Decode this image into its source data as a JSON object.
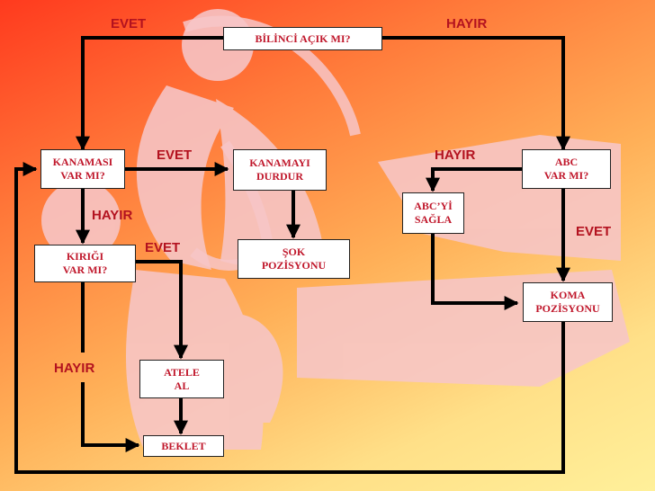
{
  "nodes": {
    "bilinci": "BİLİNCİ AÇIK MI?",
    "kanamasi": "KANAMASI\nVAR MI?",
    "kanamayi": "KANAMAYI\nDURDUR",
    "sok": "ŞOK\nPOZİSYONU",
    "kirigi": "KIRIĞI\nVAR MI?",
    "atele": "ATELE\nAL",
    "beklet": "BEKLET",
    "abc": "ABC\nVAR MI?",
    "abcyi": "ABC’Yİ\nSAĞLA",
    "koma": "KOMA\nPOZİSYONU"
  },
  "labels": {
    "evet_top": "EVET",
    "hayir_top": "HAYIR",
    "evet_kanama": "EVET",
    "hayir_kanama": "HAYIR",
    "evet_kirik": "EVET",
    "hayir_kirik": "HAYIR",
    "hayir_abc": "HAYIR",
    "evet_abc": "EVET"
  },
  "colors": {
    "text": "#c0172b",
    "label": "#b3121f",
    "line": "#000000",
    "silhouette": "#f8c8c8"
  }
}
